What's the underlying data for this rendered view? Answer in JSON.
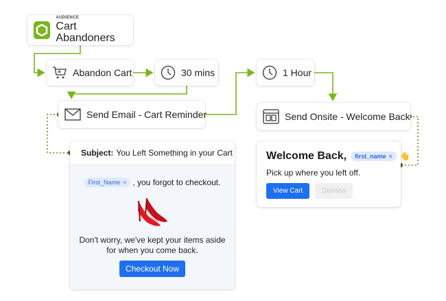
{
  "audience": {
    "eyebrow": "AUDIENCE",
    "title": "Cart Abandoners",
    "icon": "hexagon-icon",
    "color": "#79b61d"
  },
  "flow": {
    "trigger_label": "Abandon Cart",
    "trigger_icon": "cart-icon",
    "wait_1_label": "30 mins",
    "wait_1_icon": "clock-icon",
    "email_label": "Send Email - Cart Reminder",
    "email_icon": "envelope-icon",
    "wait_2_label": "1 Hour",
    "wait_2_icon": "clock-icon",
    "onsite_label": "Send Onsite - Welcome Back",
    "onsite_icon": "layout-icon"
  },
  "email_preview": {
    "subject_label": "Subject:",
    "subject_text": "You Left Something in your Cart",
    "token_label": "First_Name",
    "token_remove": "×",
    "greeting_suffix": ", you forgot to checkout.",
    "image": "red-high-heels",
    "body_text": "Don't worry, we've kept your items aside for when you come back.",
    "cta_label": "Checkout Now"
  },
  "onsite_preview": {
    "title": "Welcome Back,",
    "token_label": "first_name",
    "token_remove": "×",
    "emoji": "👋",
    "subtitle": "Pick up where you left off.",
    "primary_button": "View Cart",
    "secondary_button": "Dismiss"
  },
  "colors": {
    "connector": "#79b61d",
    "dotted_connector": "#5a8f12",
    "primary_button": "#1f6fee",
    "token_bg": "#dfe9fb",
    "token_text": "#2f6ae0"
  }
}
